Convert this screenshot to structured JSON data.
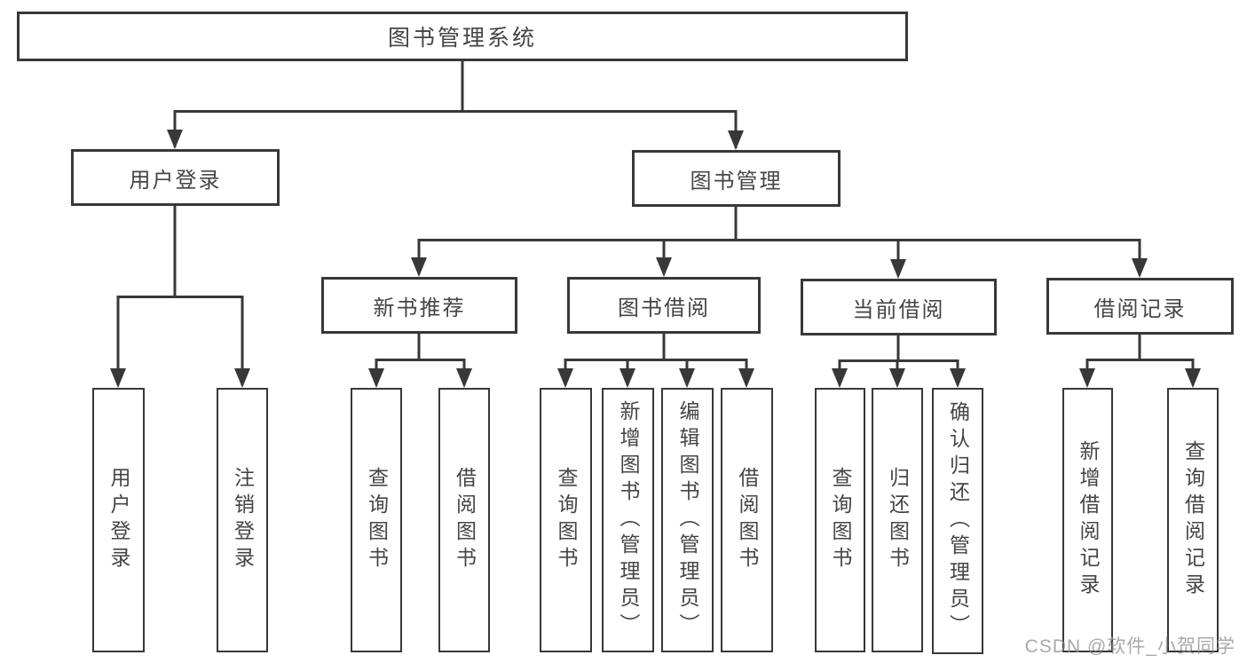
{
  "diagram_title": "图书管理系统",
  "tree": {
    "label": "图书管理系统",
    "children": [
      {
        "label": "用户登录",
        "children": [
          {
            "label": "用户登录"
          },
          {
            "label": "注销登录"
          }
        ]
      },
      {
        "label": "图书管理",
        "children": [
          {
            "label": "新书推荐",
            "children": [
              {
                "label": "查询图书"
              },
              {
                "label": "借阅图书"
              }
            ]
          },
          {
            "label": "图书借阅",
            "children": [
              {
                "label": "查询图书"
              },
              {
                "label": "新增图书（管理员）"
              },
              {
                "label": "编辑图书（管理员）"
              },
              {
                "label": "借阅图书"
              }
            ]
          },
          {
            "label": "当前借阅",
            "children": [
              {
                "label": "查询图书"
              },
              {
                "label": "归还图书"
              },
              {
                "label": "确认归还（管理员）"
              }
            ]
          },
          {
            "label": "借阅记录",
            "children": [
              {
                "label": "新增借阅记录"
              },
              {
                "label": "查询借阅记录"
              }
            ]
          }
        ]
      }
    ]
  },
  "watermark": {
    "text": "CSDN @软件_小贺同学"
  },
  "colors": {
    "line": "#383838",
    "box_border": "#383838",
    "text": "#454545",
    "background": "#ffffff",
    "watermark": "#8c8c8c"
  }
}
